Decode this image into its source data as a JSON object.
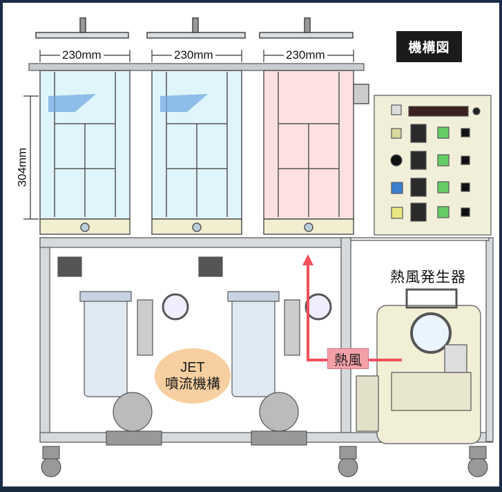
{
  "title_tag": "機構図",
  "tank_width_labels": [
    "230mm",
    "230mm",
    "230mm"
  ],
  "tank_height_label": "304mm",
  "heater_label": "熱風発生器",
  "hot_air_label": "熱風",
  "jet_label_line1": "JET",
  "jet_label_line2": "噴流機構",
  "colors": {
    "frame": "#1b2e48",
    "tank_blue": "#dff4fb",
    "tank_pink": "#fde0e0",
    "hot_air_arrow": "#f0505a",
    "jet_bubble": "#f7cfa0",
    "panel": "#f1efda"
  }
}
